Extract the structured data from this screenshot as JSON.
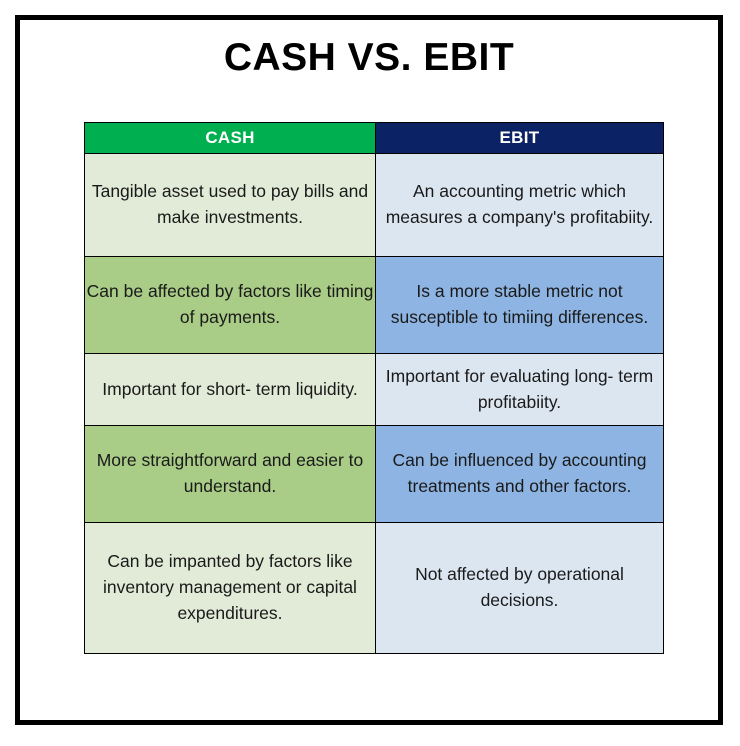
{
  "title": "CASH VS. EBIT",
  "colors": {
    "header_cash_bg": "#00AF50",
    "header_ebit_bg": "#0B2265",
    "header_text": "#FFFFFF",
    "cash_light": "#E2EBD8",
    "cash_dark": "#A9CC87",
    "ebit_light": "#DCE6F1",
    "ebit_dark": "#8DB4E2",
    "border": "#000000",
    "frame": "#000000",
    "body_text": "#1A1A1A",
    "page_bg": "#FFFFFF"
  },
  "table": {
    "columns": [
      {
        "label": "CASH"
      },
      {
        "label": "EBIT"
      }
    ],
    "rows": [
      {
        "cash": "Tangible asset used to pay bills and make investments.",
        "ebit": "An accounting metric which measures a company's profitabiity."
      },
      {
        "cash": "Can be affected by factors like timing of payments.",
        "ebit": "Is a more stable metric not susceptible to timiing differences."
      },
      {
        "cash": "Important for short- term liquidity.",
        "ebit": "Important for evaluating long- term profitabiity."
      },
      {
        "cash": "More straightforward and easier to understand.",
        "ebit": "Can be influenced by accounting treatments and other factors."
      },
      {
        "cash": "Can be impanted by factors like inventory management or capital expenditures.",
        "ebit": "Not affected by operational decisions."
      }
    ]
  }
}
